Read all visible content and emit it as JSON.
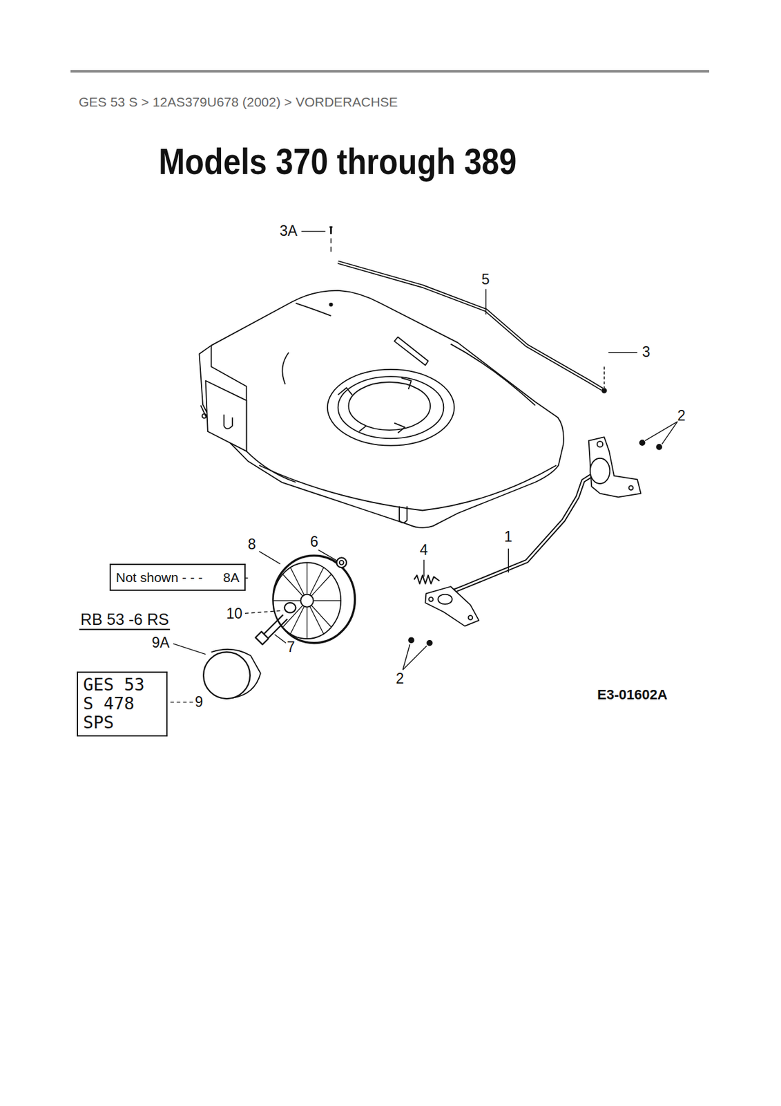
{
  "diagram": {
    "title": "Models 370 through 389",
    "nodes": [
      {
        "text": [
          "Not shown - - -",
          "8A"
        ]
      },
      {
        "text": [
          "GES 53 S 478 SPS"
        ]
      }
    ],
    "labels": [
      "GES 53 S > 12AS379U678 (2002) > VORDERACHSE",
      "3A",
      "5",
      "3",
      "2",
      "1",
      "4",
      "8",
      "6",
      "10",
      "7",
      "9A",
      "9",
      "2",
      "RB 53 -6 RS",
      "E3-01602A"
    ]
  }
}
